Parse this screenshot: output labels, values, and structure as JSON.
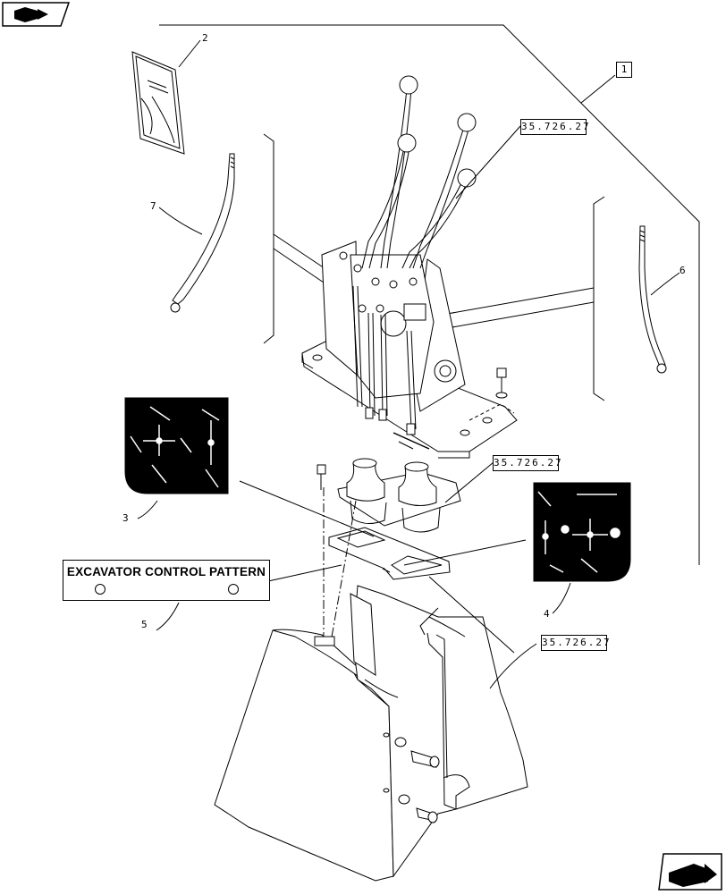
{
  "navigation": {
    "prev_icon": "arrow-left-icon",
    "next_icon": "arrow-right-icon"
  },
  "callouts": {
    "item_1": "1",
    "item_2": "2",
    "item_3": "3",
    "item_4": "4",
    "item_5": "5",
    "item_6": "6",
    "item_7": "7"
  },
  "references": {
    "ref_levers": "35.726.27",
    "ref_boots": "35.726.27",
    "ref_housing": "35.726.27"
  },
  "decal": {
    "label_text": "EXCAVATOR CONTROL PATTERN"
  },
  "colors": {
    "line": "#000000",
    "decal_fill": "#000000",
    "paper": "#ffffff"
  }
}
